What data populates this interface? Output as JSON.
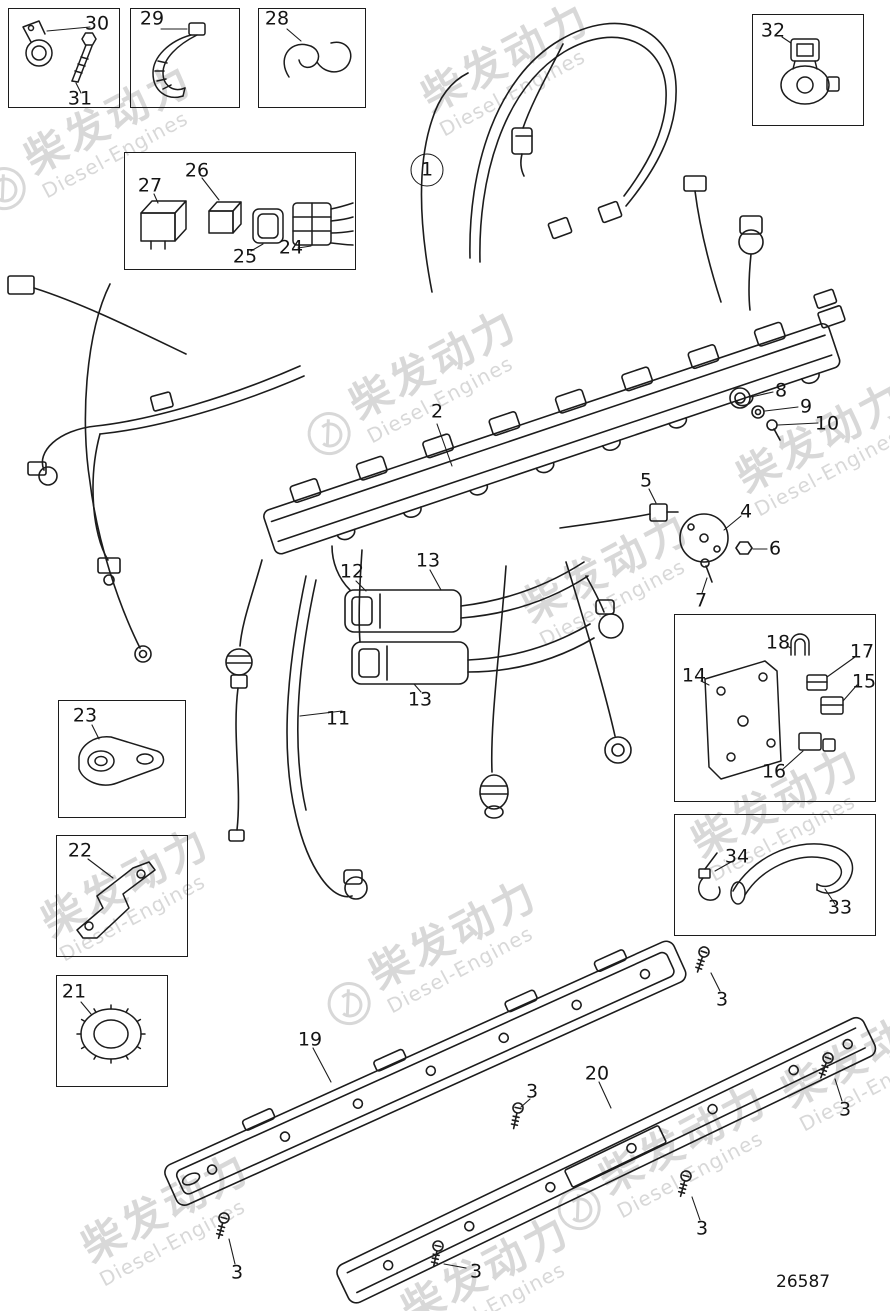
{
  "page": {
    "background": "#ffffff",
    "line_color": "#1c1c1c"
  },
  "watermark": {
    "chinese": "柴发动力",
    "english": "Diesel-Engines",
    "logo_icon": "circle-d-logo",
    "color": "#d8d8d8"
  },
  "drawing_number": "26587",
  "callouts": {
    "n1": "1",
    "n2": "2",
    "n3": "3",
    "n4": "4",
    "n5": "5",
    "n6": "6",
    "n7": "7",
    "n8": "8",
    "n9": "9",
    "n10": "10",
    "n11": "11",
    "n12": "12",
    "n13": "13",
    "n14": "14",
    "n15": "15",
    "n16": "16",
    "n17": "17",
    "n18": "18",
    "n19": "19",
    "n20": "20",
    "n21": "21",
    "n22": "22",
    "n23": "23",
    "n24": "24",
    "n25": "25",
    "n26": "26",
    "n27": "27",
    "n28": "28",
    "n29": "29",
    "n30": "30",
    "n31": "31",
    "n32": "32",
    "n33": "33",
    "n34": "34"
  }
}
